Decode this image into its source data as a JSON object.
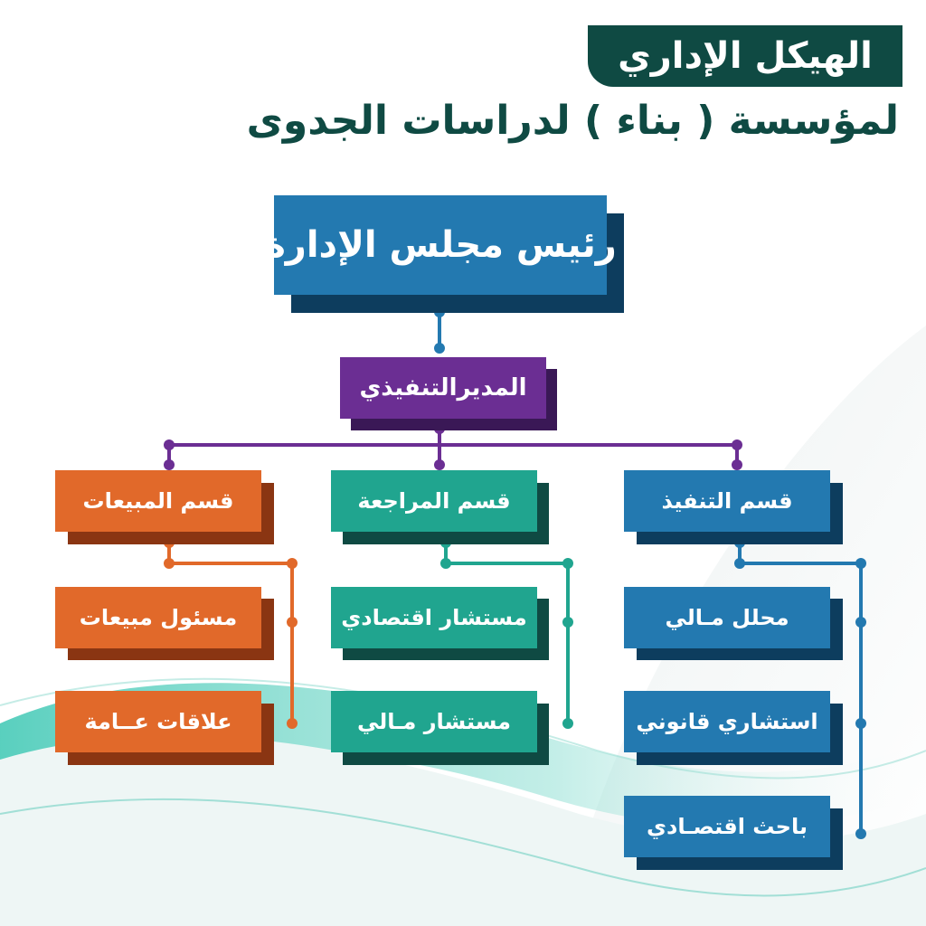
{
  "header": {
    "title": "الهيكل الإداري",
    "subtitle": "لمؤسسة ( بناء ) لدراسات الجدوى"
  },
  "nodes": {
    "chairman": "رئيس مجلس الإدارة",
    "executive_director": "المديرالتنفيذي",
    "execution_dept": "قسم التنفيذ",
    "review_dept": "قسم المراجعة",
    "sales_dept": "قسم المبيعات",
    "execution_children": [
      "محلل مـالي",
      "استشاري قانوني",
      "باحث اقتصـادي"
    ],
    "review_children": [
      "مستشار اقتصادي",
      "مستشار مـالي"
    ],
    "sales_children": [
      "مسئول مبيعات",
      "علاقات عــامة"
    ]
  },
  "colors": {
    "dark_green": "#0f4a43",
    "blue": "#2379b0",
    "purple": "#6b2e93",
    "teal": "#20a58f",
    "orange": "#e1692a"
  }
}
